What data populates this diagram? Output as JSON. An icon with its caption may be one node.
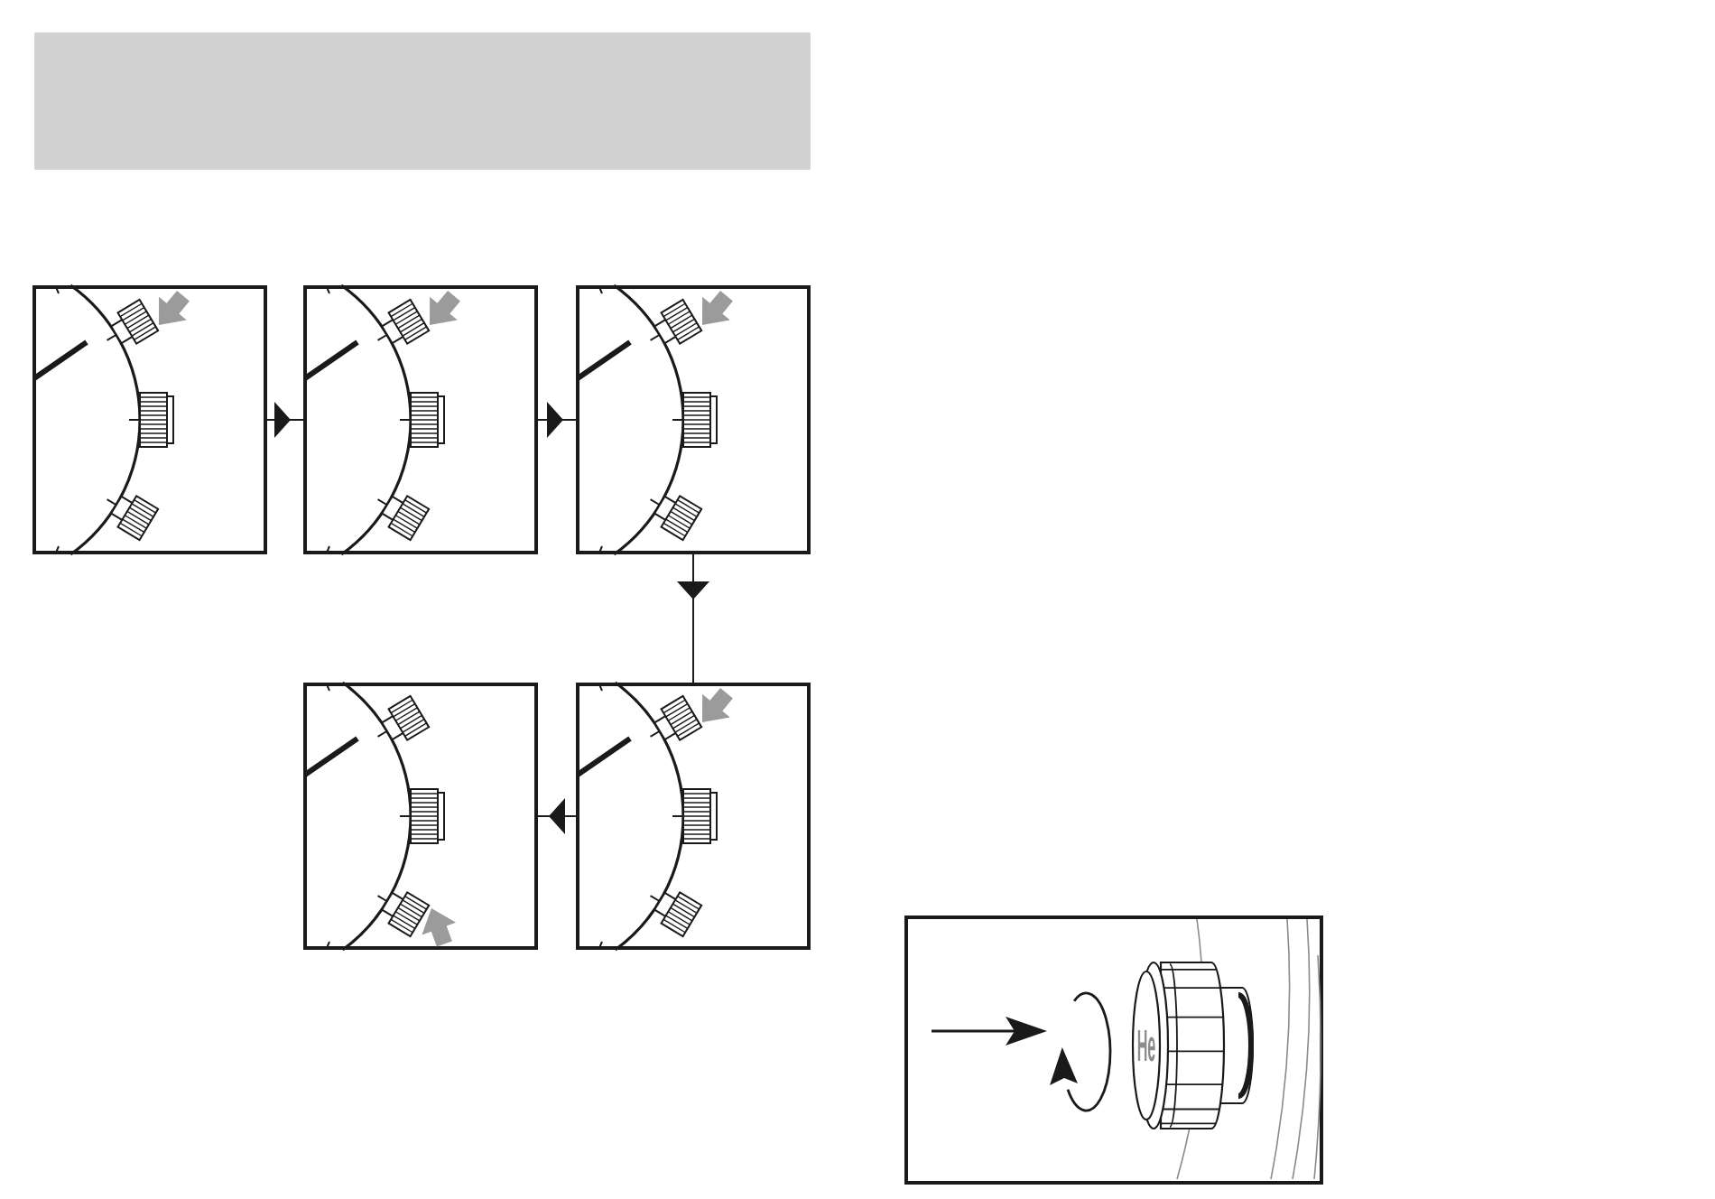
{
  "diagram": {
    "nodes": [
      {
        "text": [],
        "shape": "box"
      },
      {
        "text": [],
        "shape": "picture"
      },
      {
        "text": [],
        "shape": "picture"
      },
      {
        "text": [],
        "shape": "picture"
      },
      {
        "text": [],
        "shape": "picture"
      },
      {
        "text": [],
        "shape": "picture"
      },
      {
        "text": [],
        "shape": "picture"
      }
    ],
    "edges": [
      {
        "from": 1,
        "to": 2,
        "arrow": "to"
      },
      {
        "from": 2,
        "to": 3,
        "arrow": "to"
      },
      {
        "from": 3,
        "to": 5,
        "arrow": "to"
      },
      {
        "from": 5,
        "to": 4,
        "arrow": "to"
      }
    ],
    "labels": [
      "He"
    ]
  }
}
